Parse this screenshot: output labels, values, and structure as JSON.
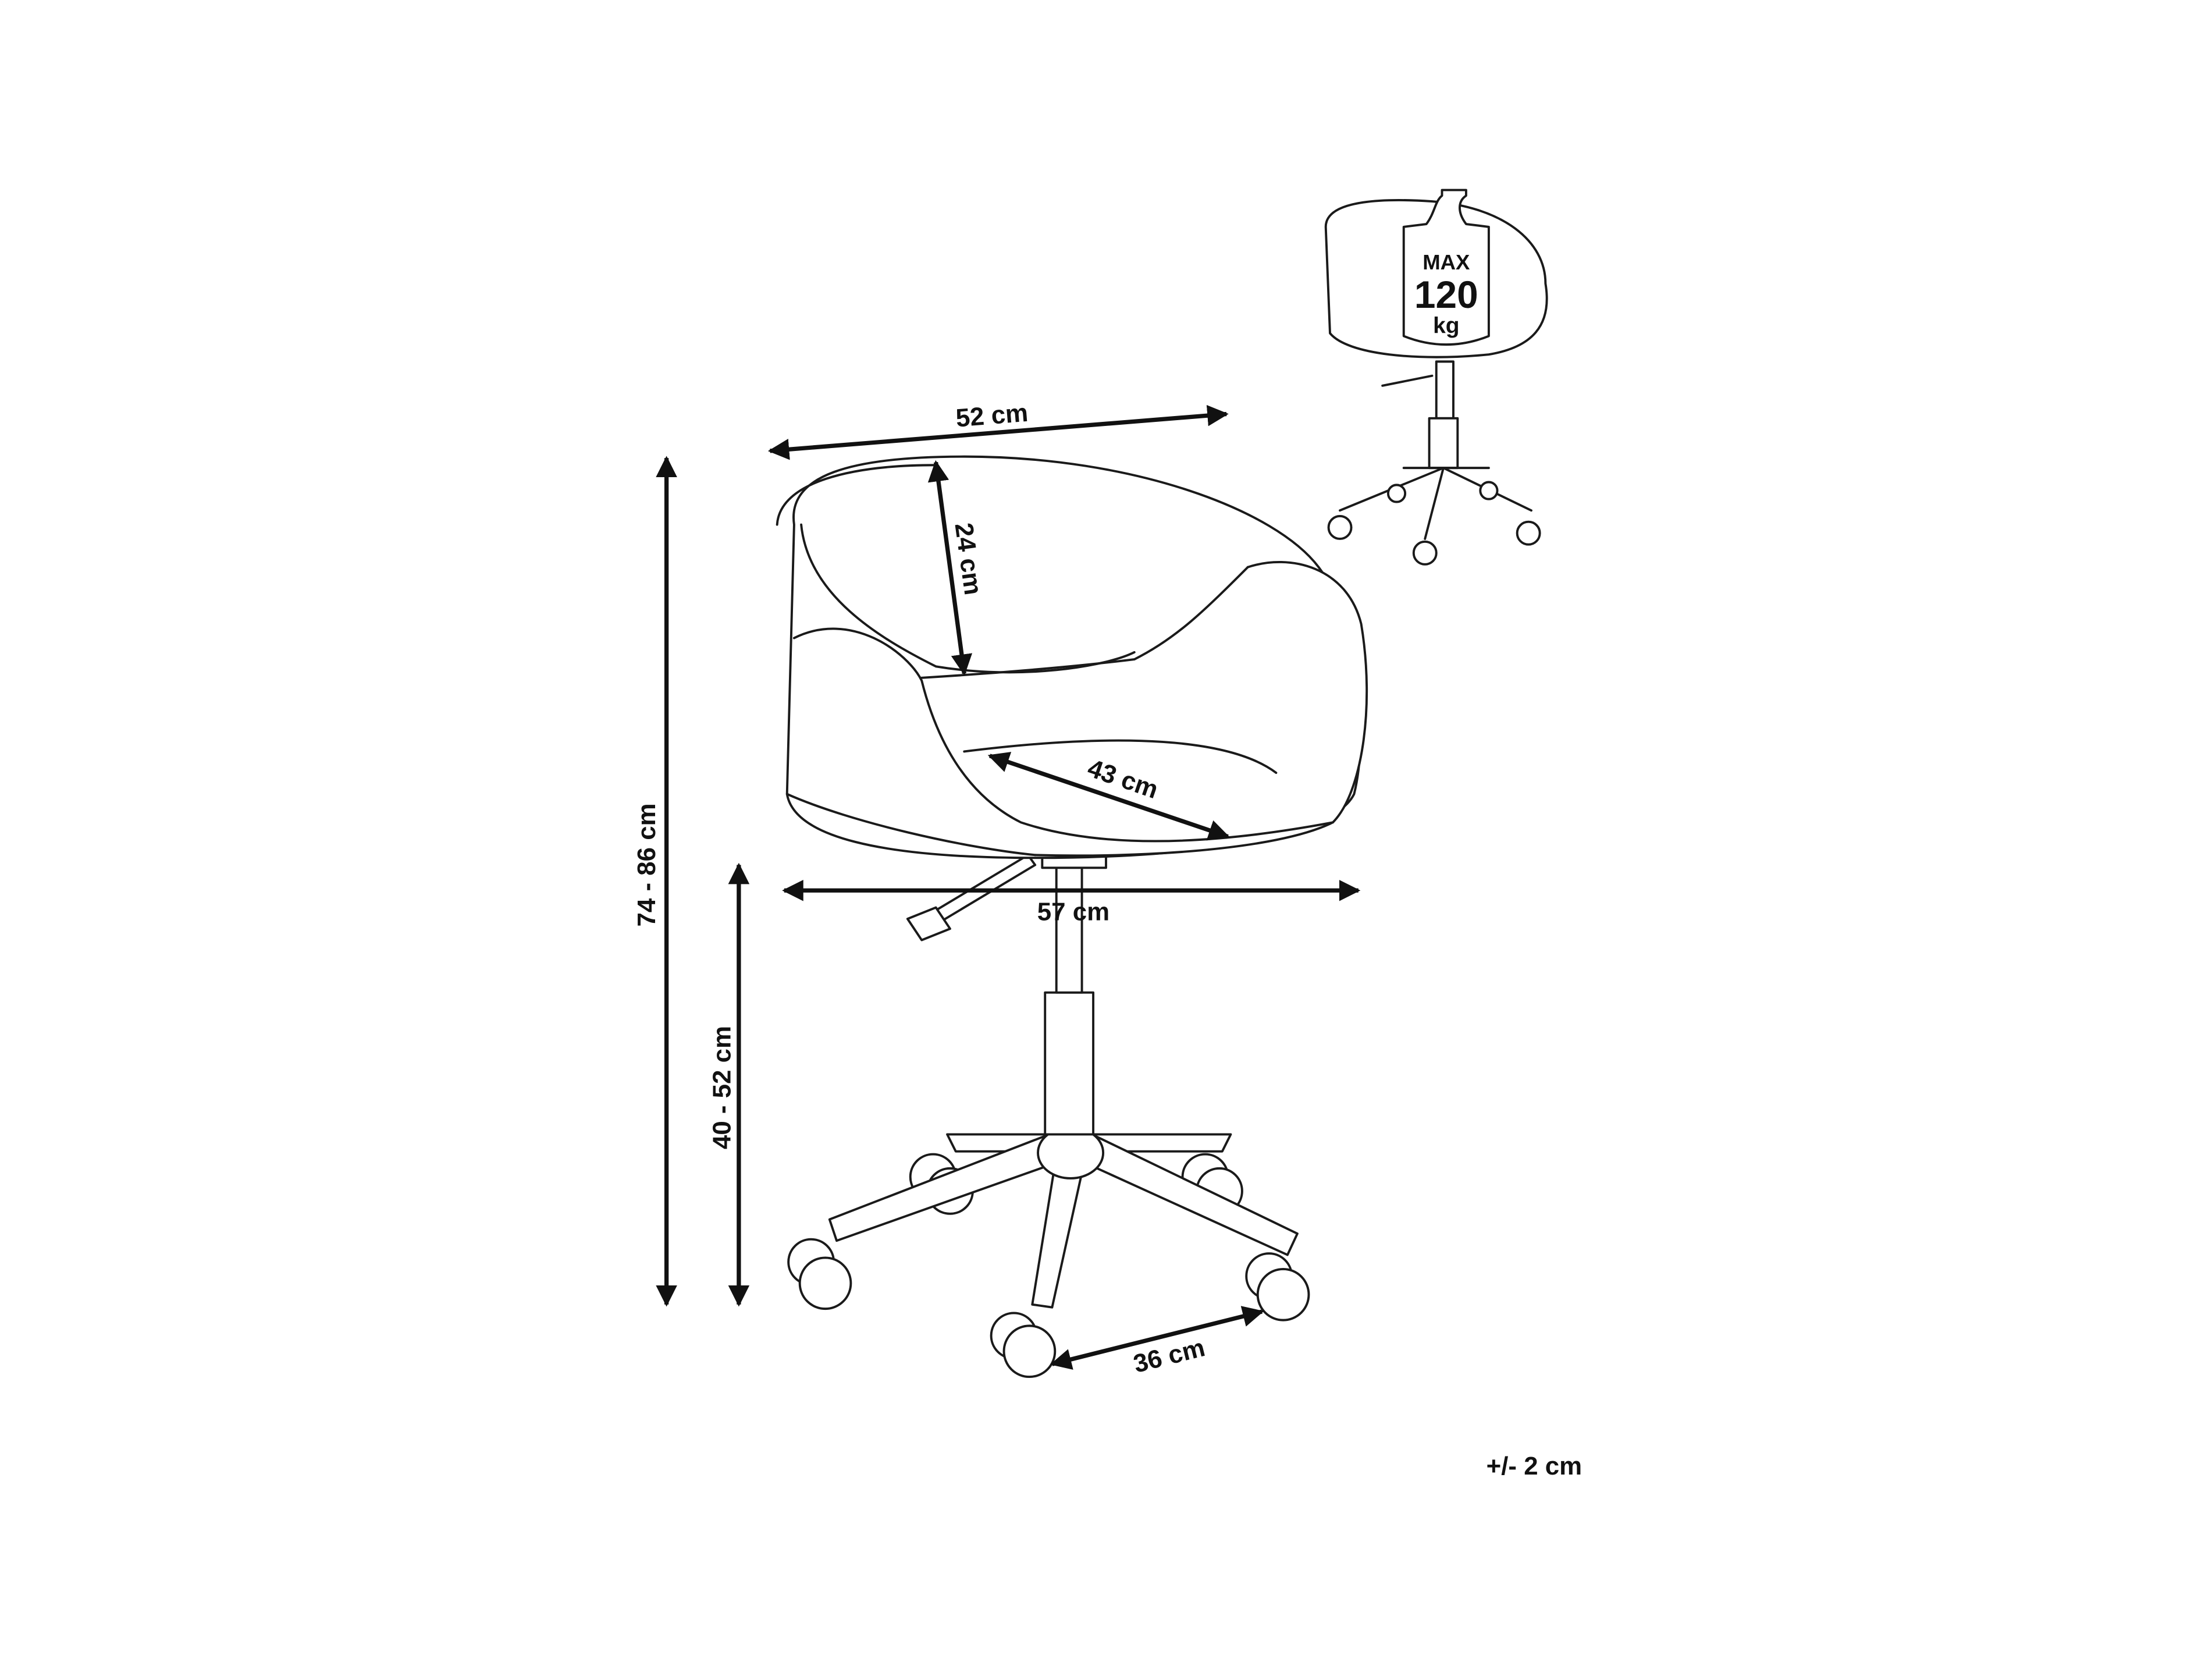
{
  "dimensions": {
    "top_width": "52 cm",
    "total_height": "74 - 86 cm",
    "seat_height": "40 - 52 cm",
    "backrest_height": "24 cm",
    "seat_depth": "43 cm",
    "overall_width": "57 cm",
    "base_spacing": "36 cm"
  },
  "tolerance": "+/- 2 cm",
  "weight_badge": {
    "line1": "MAX",
    "line2": "120",
    "line3": "kg"
  }
}
